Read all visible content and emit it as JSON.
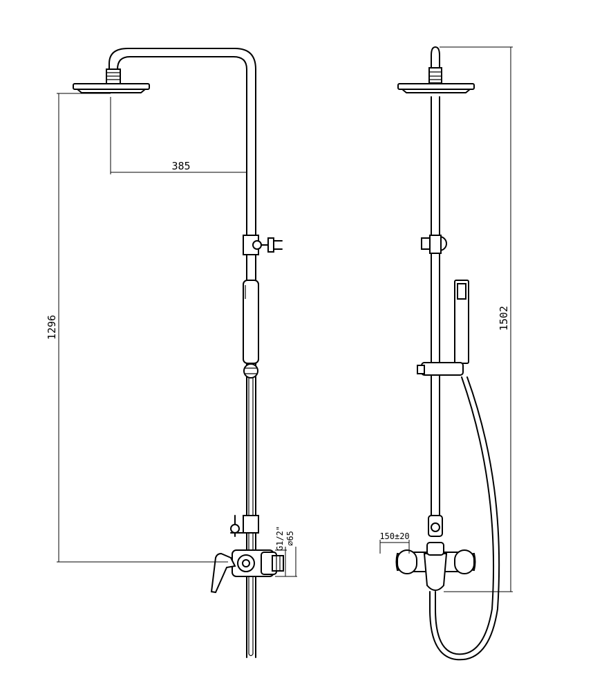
{
  "dimensions": {
    "head_offset": "385",
    "head_height": "1296",
    "total_height": "1502",
    "spout_spacing": "150±20",
    "thread": "G1/2\"",
    "flange": "∅65"
  }
}
